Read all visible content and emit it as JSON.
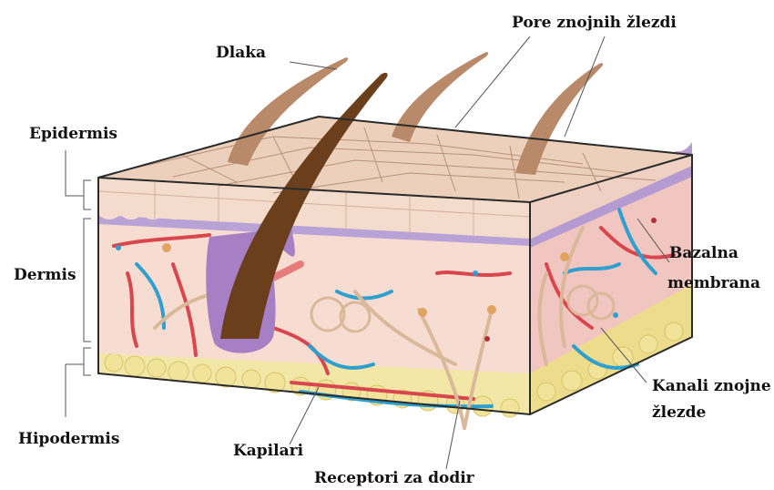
{
  "labels": {
    "hair": "Dlaka",
    "sweat_pores": "Pore znojnih žlezdi",
    "epidermis": "Epidermis",
    "dermis": "Dermis",
    "hypodermis": "Hipodermis",
    "basal_membrane_1": "Bazalna",
    "basal_membrane_2": "membrana",
    "sweat_ducts_1": "Kanali znojne",
    "sweat_ducts_2": "žlezde",
    "capillaries": "Kapilari",
    "touch_receptors": "Receptori za dodir"
  },
  "colors": {
    "epidermis_top": "#e9c7ad",
    "epidermis_side": "#f3d5c8",
    "basal_layer": "#b9a3d6",
    "dermis": "#f7dcd2",
    "hypodermis_fat": "#efe08a",
    "hair": "#6b3f1c",
    "artery": "#d9464e",
    "vein": "#2ea0cf",
    "nerve": "#d9b99a",
    "follicle": "#a67fc4"
  }
}
